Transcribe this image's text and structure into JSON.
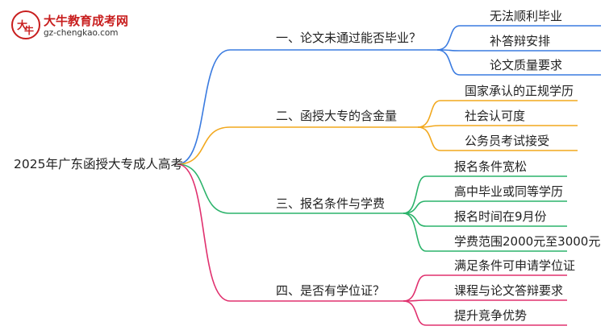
{
  "logo": {
    "mark_text_1": "大",
    "mark_text_2": "牛",
    "title": "大牛教育成考网",
    "url": "gz-chengkao.com"
  },
  "mindmap": {
    "root": "2025年广东函授大专成人高考",
    "branches": [
      {
        "label": "一、论文未通过能否毕业？",
        "color": "#3a7be0",
        "children": [
          "无法顺利毕业",
          "补答辩安排",
          "论文质量要求"
        ]
      },
      {
        "label": "二、函授大专的含金量",
        "color": "#f2a81d",
        "children": [
          "国家承认的正规学历",
          "社会认可度",
          "公务员考试接受"
        ]
      },
      {
        "label": "三、报名条件与学费",
        "color": "#2cb36b",
        "children": [
          "报名条件宽松",
          "高中毕业或同等学历",
          "报名时间在9月份",
          "学费范围2000元至3000元"
        ]
      },
      {
        "label": "四、是否有学位证？",
        "color": "#e0306e",
        "children": [
          "满足条件可申请学位证",
          "课程与论文答辩要求",
          "提升竞争优势"
        ]
      }
    ]
  }
}
